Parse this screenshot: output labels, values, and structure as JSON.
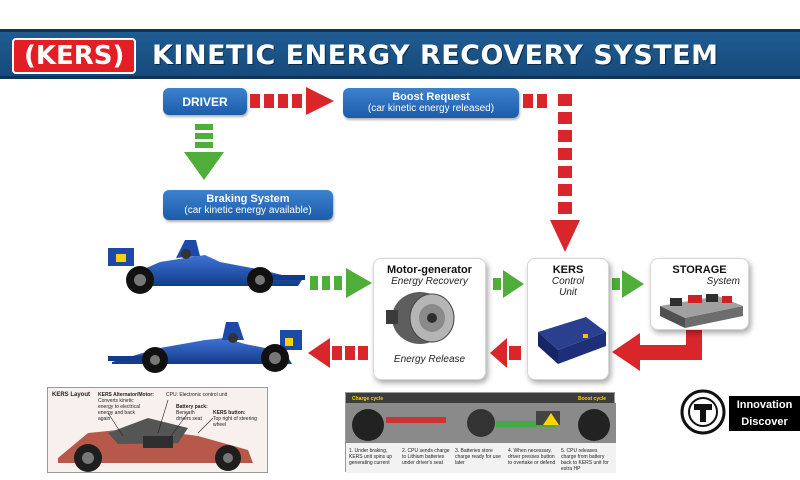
{
  "header": {
    "badge": "(KERS)",
    "title": "KINETIC ENERGY RECOVERY SYSTEM"
  },
  "nodes": {
    "driver": "DRIVER",
    "boost_request": {
      "title": "Boost Request",
      "sub": "(car kinetic energy released)"
    },
    "braking_system": {
      "title": "Braking System",
      "sub": "(car kinetic energy available)"
    },
    "motor_generator": {
      "title": "Motor-generator",
      "sub_top": "Energy Recovery",
      "sub_bottom": "Energy Release"
    },
    "kers_control": {
      "title": "KERS",
      "line2": "Control",
      "line3": "Unit"
    },
    "storage": {
      "title": "STORAGE",
      "sub": "System"
    }
  },
  "thumbnails": {
    "layout": {
      "title": "KERS Layout",
      "motor": "KERS Alternator/Motor:",
      "motor_desc": "Converts kinetic energy to electrical energy and back again",
      "cpu": "CPU: Electronic control unit",
      "battery": "Battery pack:",
      "battery_desc": "Beneath drivers seat",
      "button": "KERS button:",
      "button_desc": "Top right of steering wheel"
    },
    "cycle": {
      "charge": "Charge cycle",
      "boost": "Boost cycle",
      "steps": [
        "1. Under braking, KERS unit spins up generating current",
        "2. CPU sends charge to Lithium batteries under driver's seat",
        "3. Batteries store charge ready for use later",
        "4. When necessary, driver presses button to overtake or defend",
        "5. CPU releases charge from battery back to KERS unit for extra HP"
      ]
    }
  },
  "logo": {
    "line1": "Innovation",
    "line2": "Discover"
  },
  "colors": {
    "banner_blue": "#1f5c93",
    "badge_red": "#e31e24",
    "arrow_red": "#d9262b",
    "arrow_green": "#4fae3a",
    "pill_blue": "#2a6dbd"
  }
}
